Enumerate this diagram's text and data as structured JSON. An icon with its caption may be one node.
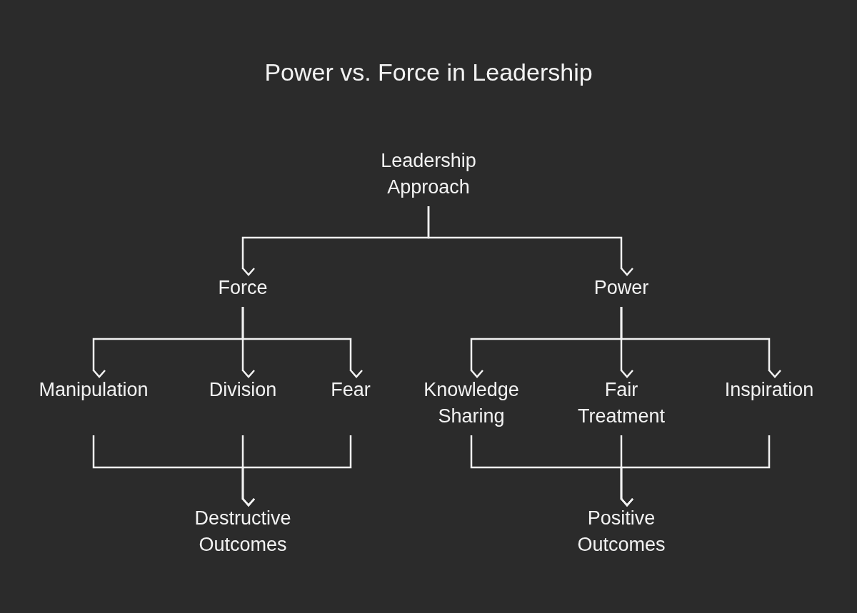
{
  "diagram": {
    "title": "Power vs. Force in Leadership",
    "nodes": [
      {
        "text": [
          "Leadership Approach"
        ]
      },
      {
        "text": [
          "Force"
        ]
      },
      {
        "text": [
          "Power"
        ]
      },
      {
        "text": [
          "Manipulation"
        ]
      },
      {
        "text": [
          "Division"
        ]
      },
      {
        "text": [
          "Fear"
        ]
      },
      {
        "text": [
          "Knowledge Sharing"
        ]
      },
      {
        "text": [
          "Fair Treatment"
        ]
      },
      {
        "text": [
          "Inspiration"
        ]
      },
      {
        "text": [
          "Destructive Outcomes"
        ]
      },
      {
        "text": [
          "Positive Outcomes"
        ]
      }
    ],
    "edges": [
      {
        "from": 0,
        "to": 1,
        "arrow": "to"
      },
      {
        "from": 0,
        "to": 2,
        "arrow": "to"
      },
      {
        "from": 1,
        "to": 3,
        "arrow": "to"
      },
      {
        "from": 1,
        "to": 4,
        "arrow": "to"
      },
      {
        "from": 1,
        "to": 5,
        "arrow": "to"
      },
      {
        "from": 2,
        "to": 6,
        "arrow": "to"
      },
      {
        "from": 2,
        "to": 7,
        "arrow": "to"
      },
      {
        "from": 2,
        "to": 8,
        "arrow": "to"
      },
      {
        "from": 3,
        "to": 9,
        "arrow": "to"
      },
      {
        "from": 4,
        "to": 9,
        "arrow": "to"
      },
      {
        "from": 5,
        "to": 9,
        "arrow": "to"
      },
      {
        "from": 6,
        "to": 10,
        "arrow": "to"
      },
      {
        "from": 7,
        "to": 10,
        "arrow": "to"
      },
      {
        "from": 8,
        "to": 10,
        "arrow": "to"
      }
    ]
  }
}
